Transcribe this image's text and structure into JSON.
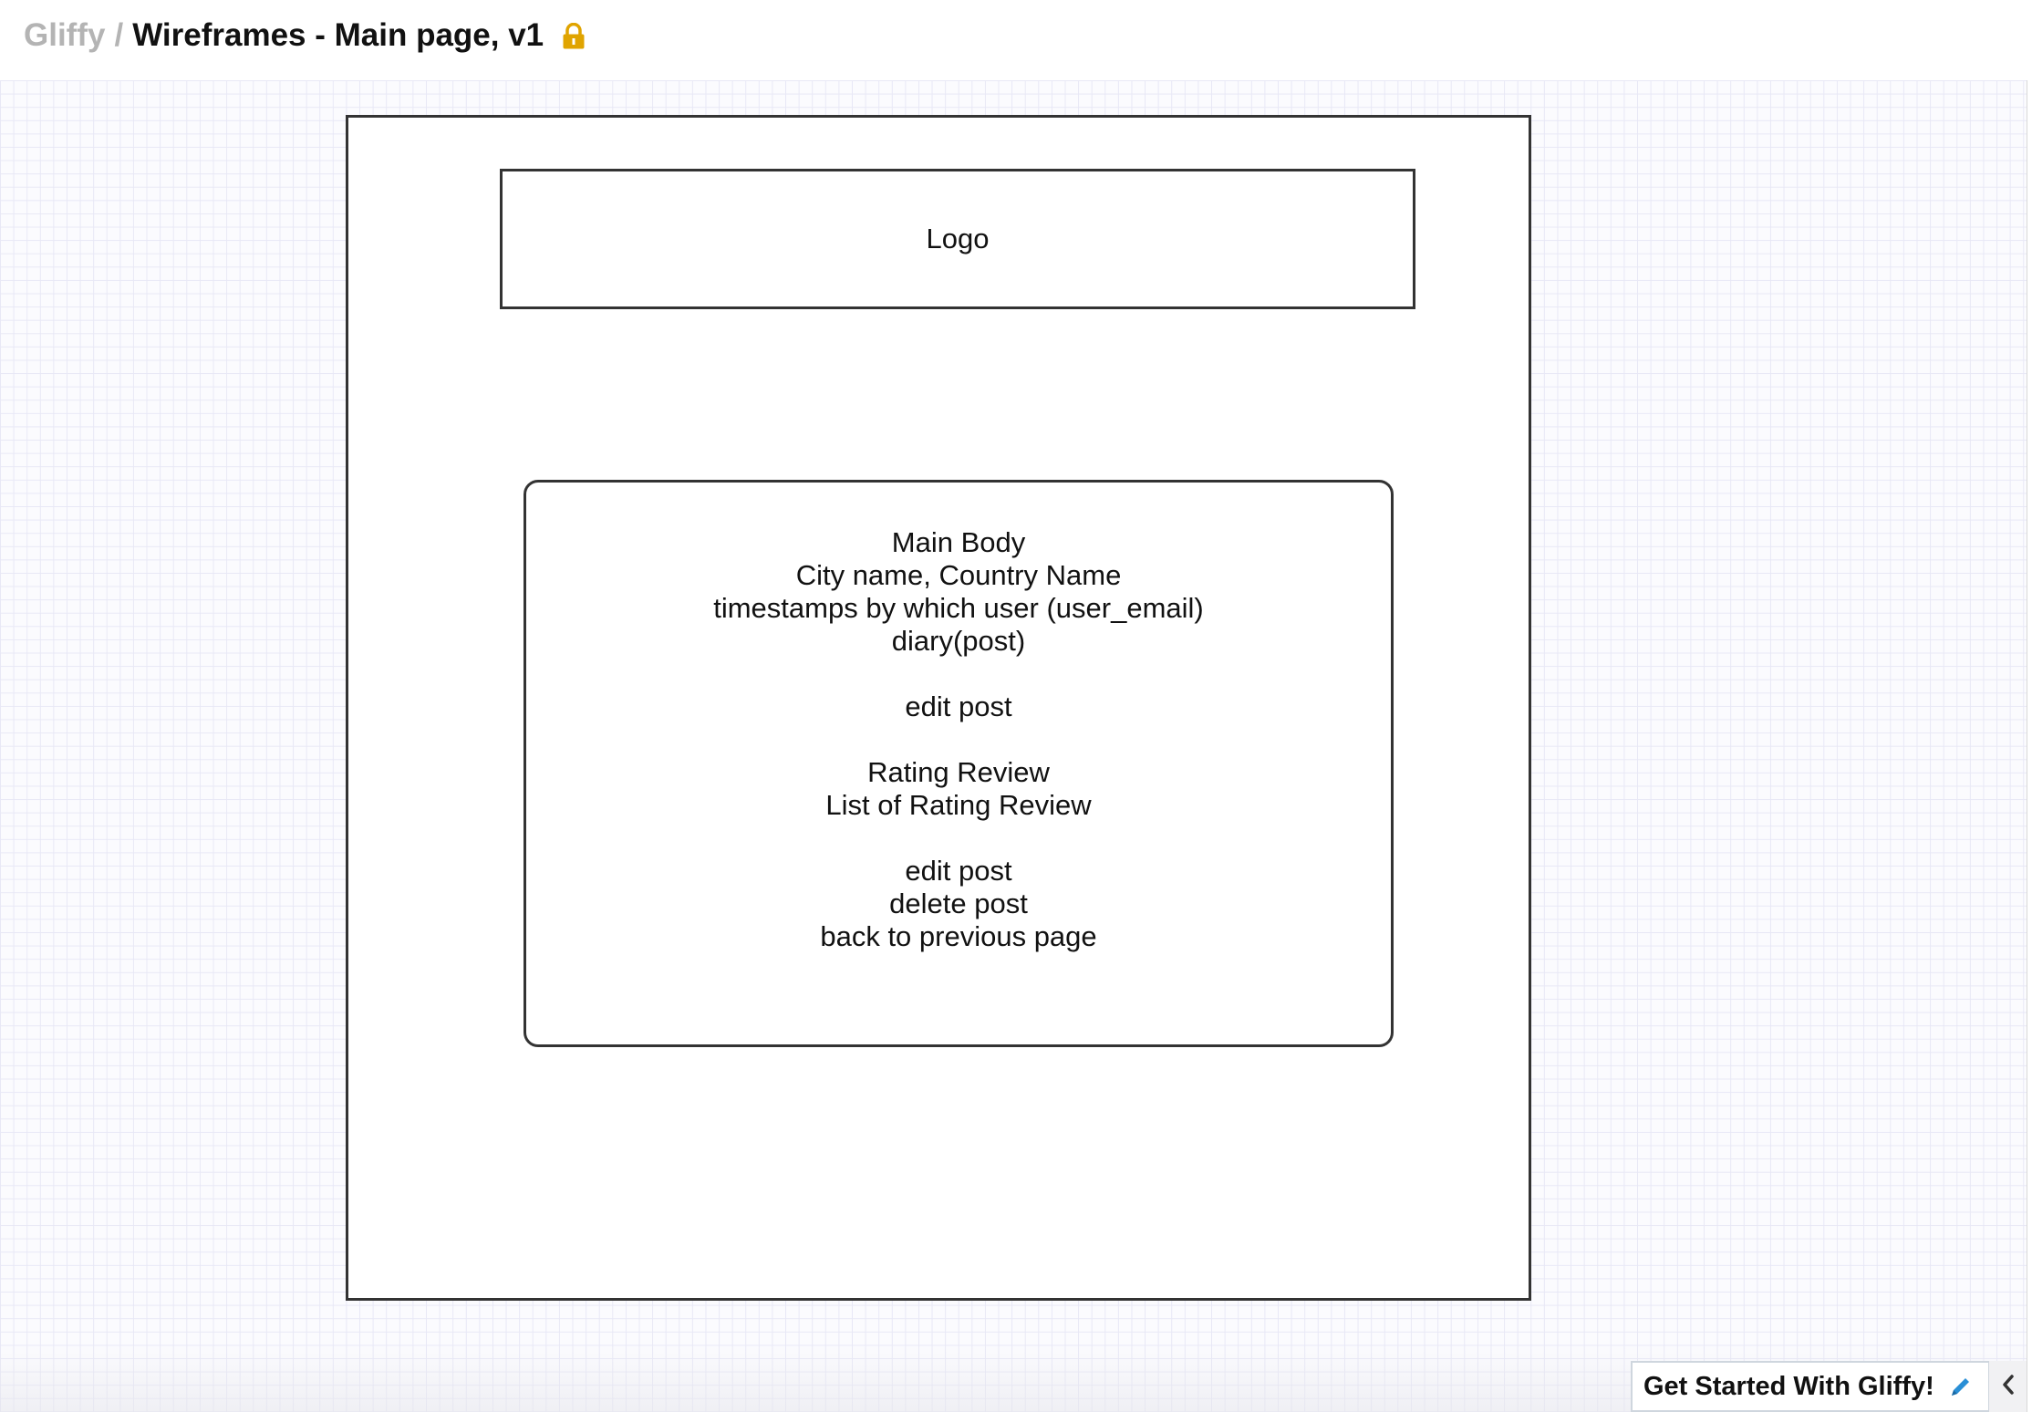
{
  "header": {
    "root": "Gliffy",
    "separator": "/",
    "title": "Wireframes - Main page, v1",
    "lock_icon": "lock-icon",
    "lock_color": "#e0a400"
  },
  "diagram": {
    "logo_box": {
      "label": "Logo"
    },
    "main_box": {
      "lines": [
        "Main Body",
        "City name, Country Name",
        "timestamps by which user (user_email)",
        "diary(post)",
        "",
        "edit post",
        "",
        "Rating Review",
        "List of Rating Review",
        "",
        "edit post",
        "delete post",
        "back to previous page"
      ]
    }
  },
  "footer": {
    "cta_label": "Get Started With Gliffy!",
    "edit_icon": "pencil-icon",
    "collapse_icon": "chevron-left-icon",
    "accent": "#2a8fd6"
  }
}
